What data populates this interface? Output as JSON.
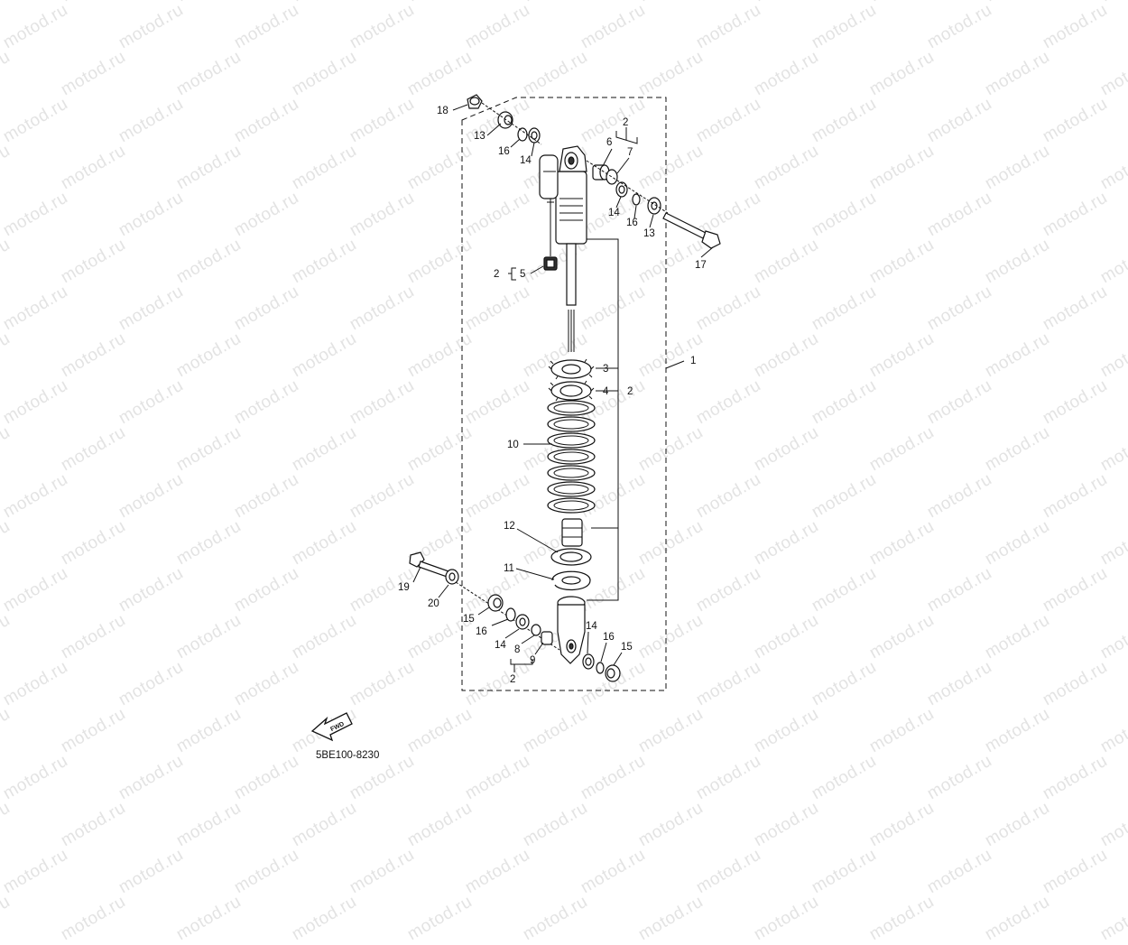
{
  "watermark": {
    "text": "motod.ru"
  },
  "diagram": {
    "code": "5BE100-8230",
    "fwd_label": "FWD",
    "callouts": {
      "c1": "1",
      "c2_top": "2",
      "c2_left": "2",
      "c2_mid": "2",
      "c2_bottom": "2",
      "c3": "3",
      "c4": "4",
      "c5": "5",
      "c6": "6",
      "c7": "7",
      "c8": "8",
      "c9": "9",
      "c10": "10",
      "c11": "11",
      "c12": "12",
      "c13_top": "13",
      "c13_right": "13",
      "c14_top": "14",
      "c14_right": "14",
      "c14_bottom": "14",
      "c14_lower_right": "14",
      "c15_left": "15",
      "c15_right": "15",
      "c16_top": "16",
      "c16_right": "16",
      "c16_left": "16",
      "c16_lower_right": "16",
      "c17": "17",
      "c18": "18",
      "c19": "19",
      "c20": "20"
    }
  }
}
